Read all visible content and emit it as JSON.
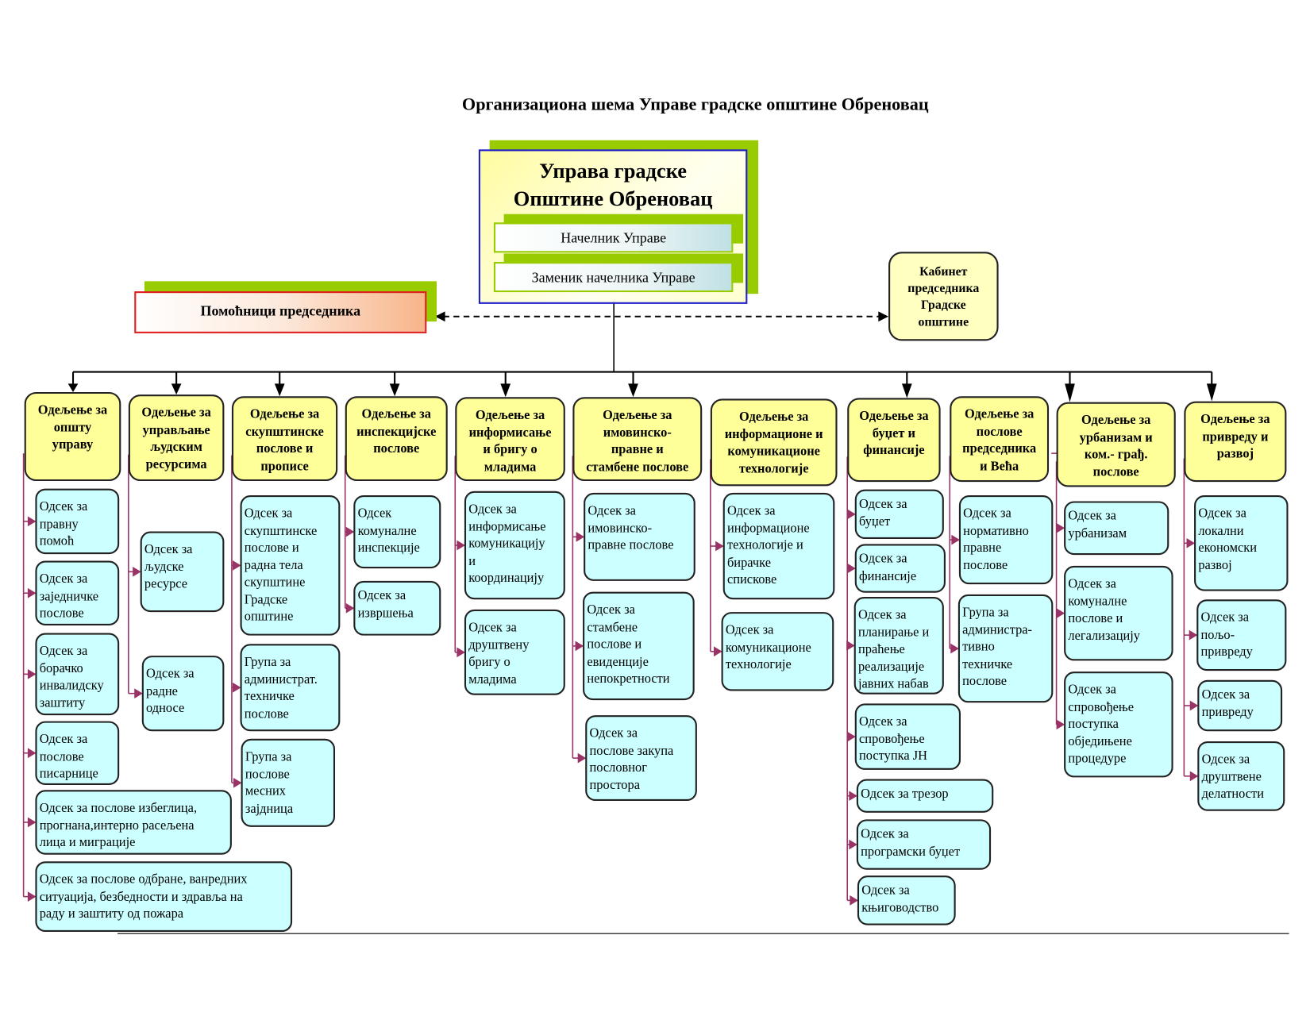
{
  "title": "Организациона шема Управе градске општине Обреновац",
  "top": {
    "name": "Управа градске\nОпштине Обреновац",
    "head": "Начелник Управе",
    "deputy": "Заменик начелника Управе"
  },
  "assistants": "Помоћници председника",
  "cabinet": "Кабинет\nпредседника\nГрадске\nопштине",
  "colors": {
    "dept": "#ffff99",
    "unit": "#ccffff",
    "connector": "#993366",
    "shadow": "#99cc00"
  },
  "departments": [
    {
      "name": "Одељење за\nопшту\nуправу",
      "units": [
        "Одсек за\nправну\nпомоћ",
        "Одсек за\nзаједничке\nпослове",
        "Одсек за\nборачко\nинвалидску\nзаштиту",
        "Одсек за\nпослове\nписарнице",
        "Одсек за послове избеглица,\nпрогнана,интерно расељена\nлица и миграције",
        "Одсек за послове одбране, ванредних\nситуација, безбедности и здравља на\nраду и заштиту од пожара"
      ]
    },
    {
      "name": "Одељење за\nуправљање\nљудским\nресурсима",
      "units": [
        "Одсек за\nљудске\nресурсе",
        "Одсек за\nрадне\nодносе"
      ]
    },
    {
      "name": "Одељење за\nскупштинске\nпослове и\nпрописе",
      "units": [
        "Одсек за\nскупштинске\nпослове и\nрадна тела\nскупштине\nГрадске\nопштине",
        "Група за\nадминистрат.\nтехничке\nпослове",
        "Група за\nпослове\nмесних\nзајдница"
      ]
    },
    {
      "name": "Одељење за\nинспекцијске\nпослове",
      "units": [
        "Одсек\nкомуналне\nинспекције",
        "Одсек за\nизвршења"
      ]
    },
    {
      "name": "Одељење за\nинформисање\nи бригу о\nмладима",
      "units": [
        "Одсек за\nинформисање\nкомуникацију\nи\nкоординацију",
        "Одсек за\nдруштвену\nбригу о\nмладима"
      ]
    },
    {
      "name": "Одељење за\nимовинско-\nправне и\nстамбене послове",
      "units": [
        "Одсек за\nимовинско-\nправне послове",
        "Одсек за\nстамбене\nпослове и\nевиденције\nнепокретности",
        "Одсек за\nпослове закупа\nпословног\nпростора"
      ]
    },
    {
      "name": "Одељење за\nинформационе и\nкомуникационе\nтехнологије",
      "units": [
        "Одсек за\nинформационе\nтехнологије и\nбирачке\nспискове",
        "Одсек за\nкомуникационе\nтехнологије"
      ]
    },
    {
      "name": "Одељење за\nбуџет и\nфинансије",
      "units": [
        "Одсек за\nбуџет",
        "Одсек за\nфинансије",
        "Одсек за\nпланирање и\nпраћење\nреализације\nјавних набав",
        "Одсек за\nспровођење\nпоступка  ЈН",
        "Одсек за трезор",
        "Одсек за\nпрограмски буџет",
        "Одсек за\nкњиговодство"
      ]
    },
    {
      "name": "Одељење за\nпослове\nпредседника\nи Већа",
      "units": [
        "Одсек за\nнормативно\nправне\nпослове",
        "Група за\nадминистра-\nтивно\nтехничке\nпослове"
      ]
    },
    {
      "name": "Одељење за\nурбанизам и\nком.- грађ.\nпослове",
      "units": [
        "Одсек за\nурбанизам",
        "Одсек за\nкомуналне\nпослове и\nлегализацију",
        "Одсек за\nспровођење\nпоступка\nобједињене\nпроцедуре"
      ]
    },
    {
      "name": "Одељење за\nпривреду и\nразвој",
      "units": [
        "Одсек за\nлокални\nекономски\nразвој",
        "Одсек за\nпољо-\nпривреду",
        "Одсек за\nпривреду",
        "Одсек за\nдруштвене\nделатности"
      ]
    }
  ]
}
